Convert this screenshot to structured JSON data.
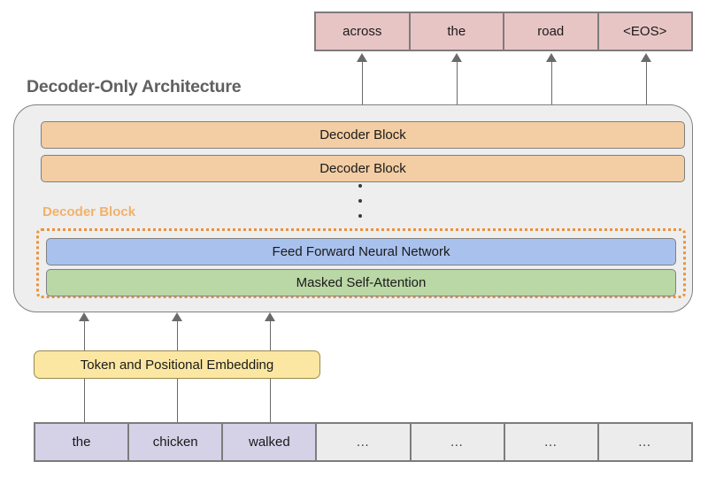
{
  "diagram": {
    "title": "Decoder-Only Architecture",
    "output_tokens": [
      "across",
      "the",
      "road",
      "<EOS>"
    ],
    "stacked_blocks": [
      "Decoder Block",
      "Decoder Block"
    ],
    "vertical_ellipsis": "⋮",
    "expanded_block": {
      "label": "Decoder Block",
      "sublayers": [
        {
          "name": "Feed Forward Neural Network",
          "color": "#a9c1ed"
        },
        {
          "name": "Masked Self-Attention",
          "color": "#bad7a6"
        }
      ]
    },
    "embedding": "Token and Positional Embedding",
    "input_tokens": [
      {
        "text": "the",
        "kind": "token"
      },
      {
        "text": "chicken",
        "kind": "token"
      },
      {
        "text": "walked",
        "kind": "token"
      },
      {
        "text": "…",
        "kind": "pad"
      },
      {
        "text": "…",
        "kind": "pad"
      },
      {
        "text": "…",
        "kind": "pad"
      },
      {
        "text": "…",
        "kind": "pad"
      }
    ],
    "colors": {
      "output_token": "#e8c5c5",
      "decoder_block": "#f3cda3",
      "decoder_block_label": "#f2b168",
      "dotted_border": "#e8943a",
      "feed_forward": "#a9c1ed",
      "masked_attention": "#bad7a6",
      "embedding": "#fbe7a2",
      "input_token": "#d5d1e7",
      "padding_token": "#ececec",
      "container": "#eeeeee",
      "title_text": "#606060",
      "arrow": "#6a6a6a"
    }
  }
}
